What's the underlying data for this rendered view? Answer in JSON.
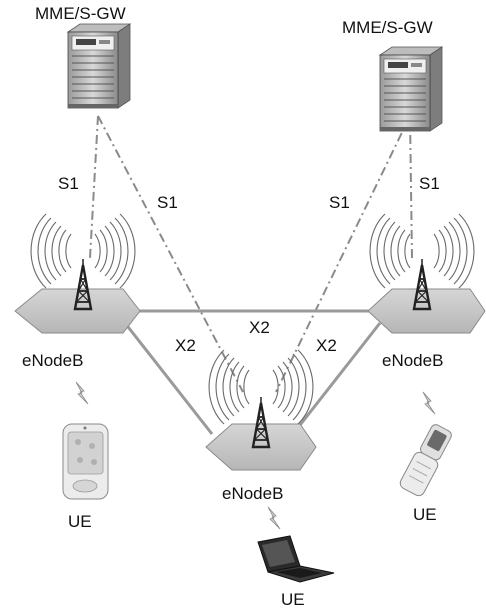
{
  "diagram": {
    "nodes": {
      "mme_left": {
        "label": "MME/S-GW",
        "icon": "server-rack-icon"
      },
      "mme_right": {
        "label": "MME/S-GW",
        "icon": "server-rack-icon"
      },
      "enb_left": {
        "label": "eNodeB",
        "icon": "cell-tower-icon"
      },
      "enb_right": {
        "label": "eNodeB",
        "icon": "cell-tower-icon"
      },
      "enb_center": {
        "label": "eNodeB",
        "icon": "cell-tower-icon"
      },
      "ue_left": {
        "label": "UE",
        "icon": "pda-phone-icon"
      },
      "ue_right": {
        "label": "UE",
        "icon": "flip-phone-icon"
      },
      "ue_center": {
        "label": "UE",
        "icon": "laptop-icon"
      }
    },
    "links": {
      "s1_left_vertical": "S1",
      "s1_left_diagonal": "S1",
      "s1_right_diagonal": "S1",
      "s1_right_vertical": "S1",
      "x2_top": "X2",
      "x2_left": "X2",
      "x2_right": "X2"
    },
    "colors": {
      "s1_line": "#8a8a8a",
      "x2_line": "#9a9a9a",
      "platform": "#c9c9c9",
      "tower": "#2a2a2a",
      "waves": "#6a6a6a"
    }
  }
}
